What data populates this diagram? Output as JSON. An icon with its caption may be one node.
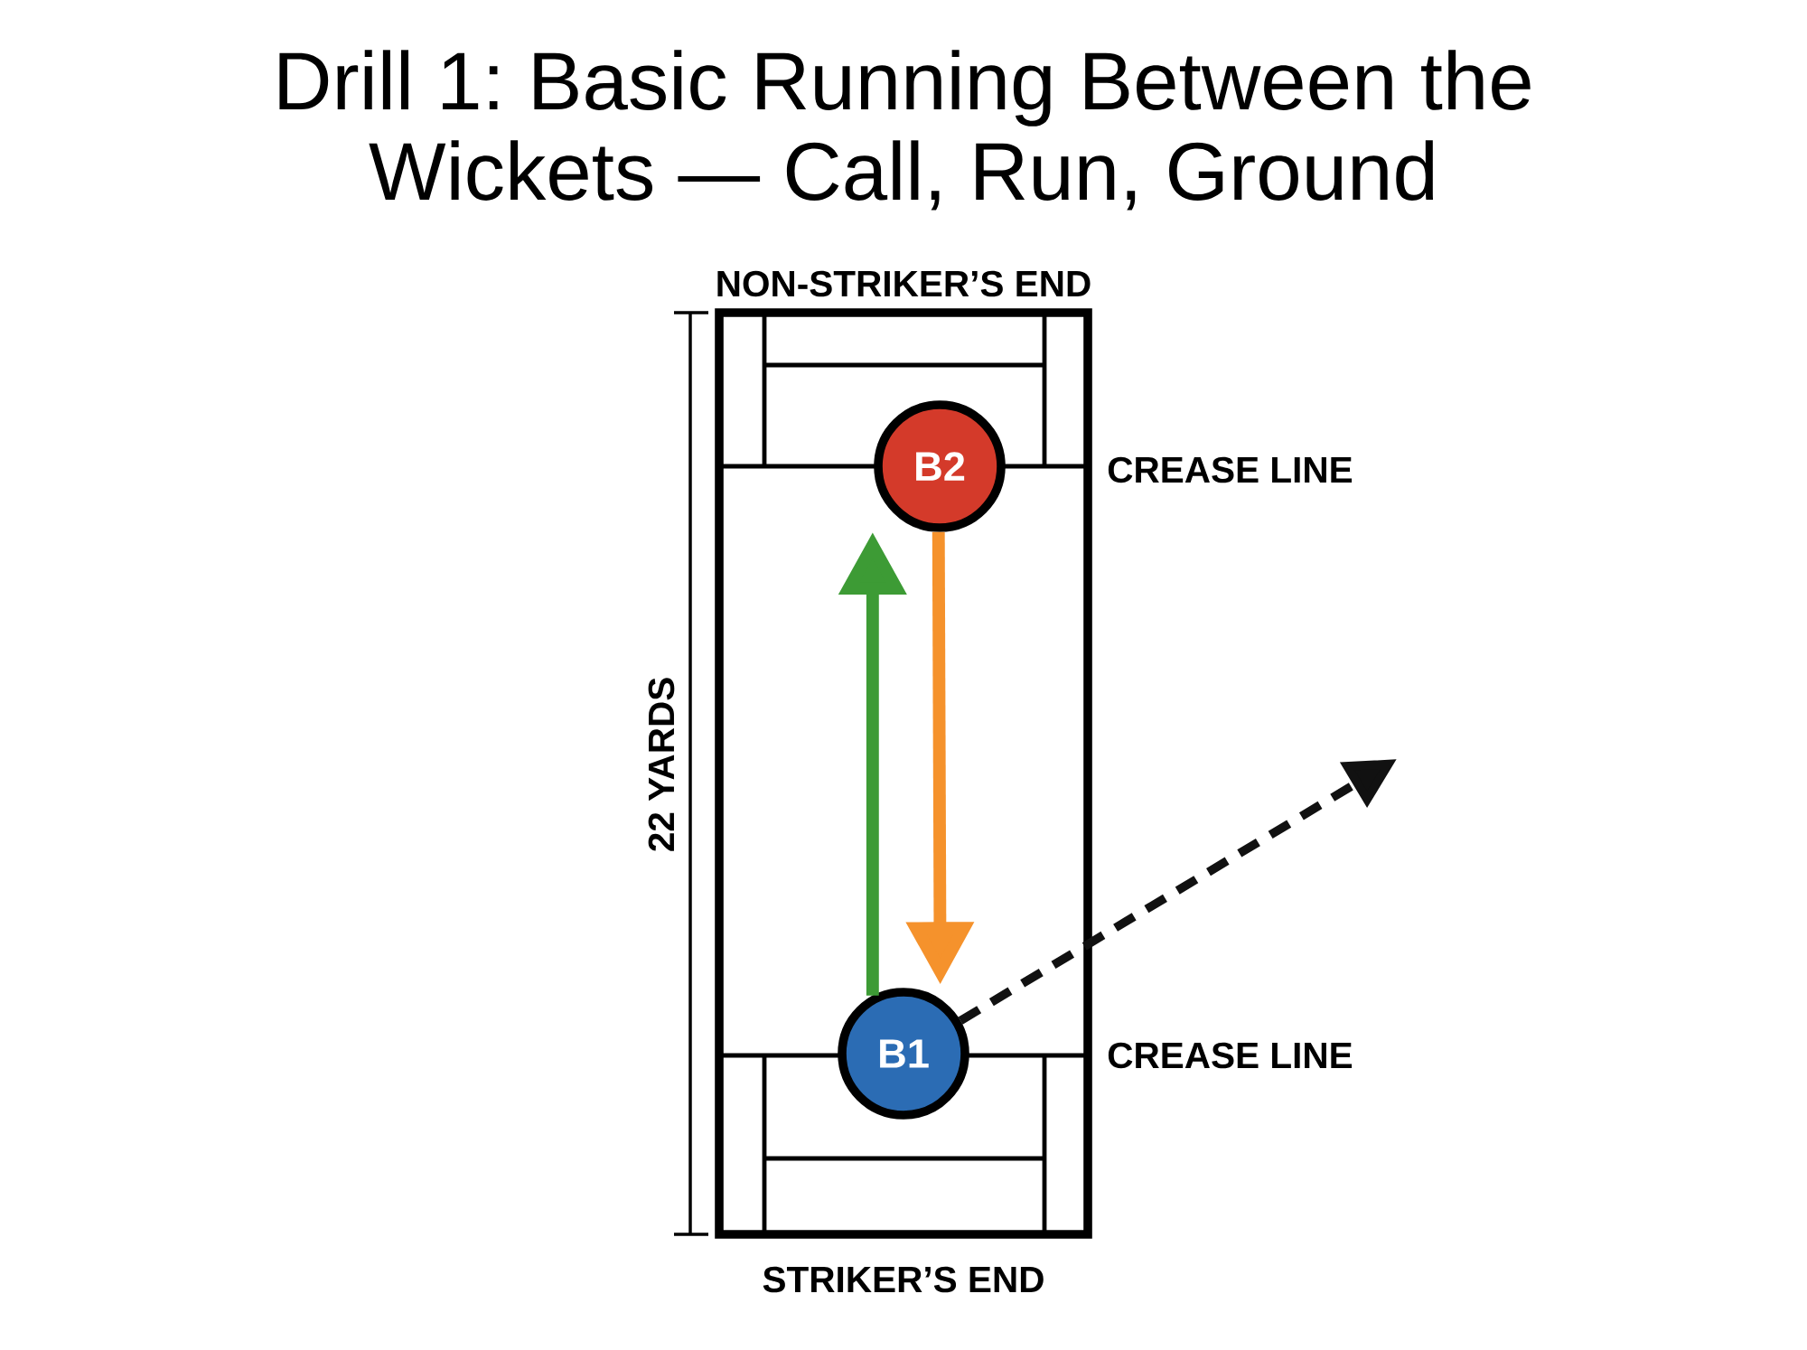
{
  "diagram": {
    "title": "Drill 1: Basic Running Between the Wickets — Call, Run, Ground",
    "nodes": [
      {
        "text": [
          "B2"
        ]
      },
      {
        "text": [
          "B1"
        ]
      }
    ],
    "edges": [
      {
        "from": 1,
        "to": 0,
        "arrow": "to",
        "color": "#3d9b35"
      },
      {
        "from": 0,
        "to": 1,
        "arrow": "to",
        "color": "#f5922c"
      },
      {
        "from": 1,
        "to": null,
        "arrow": "to",
        "style": "dashed",
        "color": "#111111"
      }
    ],
    "labels": [
      "NON-STRIKER’S END",
      "CREASE LINE",
      "CREASE LINE",
      "22 YARDS",
      "STRIKER’S END"
    ]
  }
}
